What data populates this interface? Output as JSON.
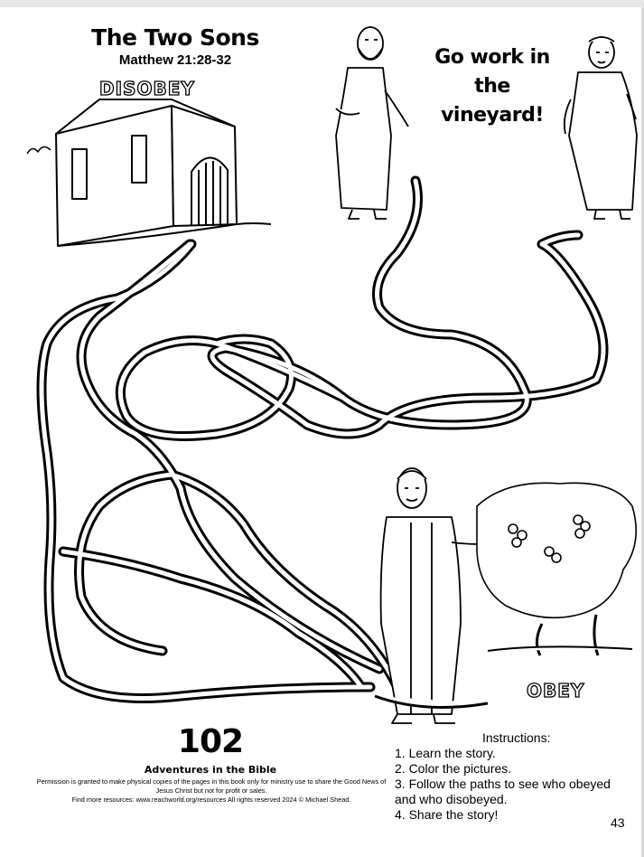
{
  "header": {
    "title": "The Two Sons",
    "subtitle": "Matthew 21:28-32"
  },
  "scene": {
    "speech": "Go work in the vineyard!",
    "label_disobey": "DISOBEY",
    "label_obey": "OBEY"
  },
  "footer": {
    "page_number": "102",
    "series_title": "Adventures in the Bible",
    "permission": "Permission is granted to make physical copies of the pages in this book only for ministry use to share the Good News of Jesus Christ but not for profit or sales.",
    "resources": "Find more resources: www.reachworld.org/resources All rights reserved 2024 © Michael Shead."
  },
  "instructions": {
    "heading": "Instructions:",
    "steps": [
      "1. Learn the story.",
      "2. Color the pictures.",
      "3. Follow the paths to see who obeyed and who disobeyed.",
      "4. Share the story!"
    ]
  },
  "corner_page_number": "43"
}
